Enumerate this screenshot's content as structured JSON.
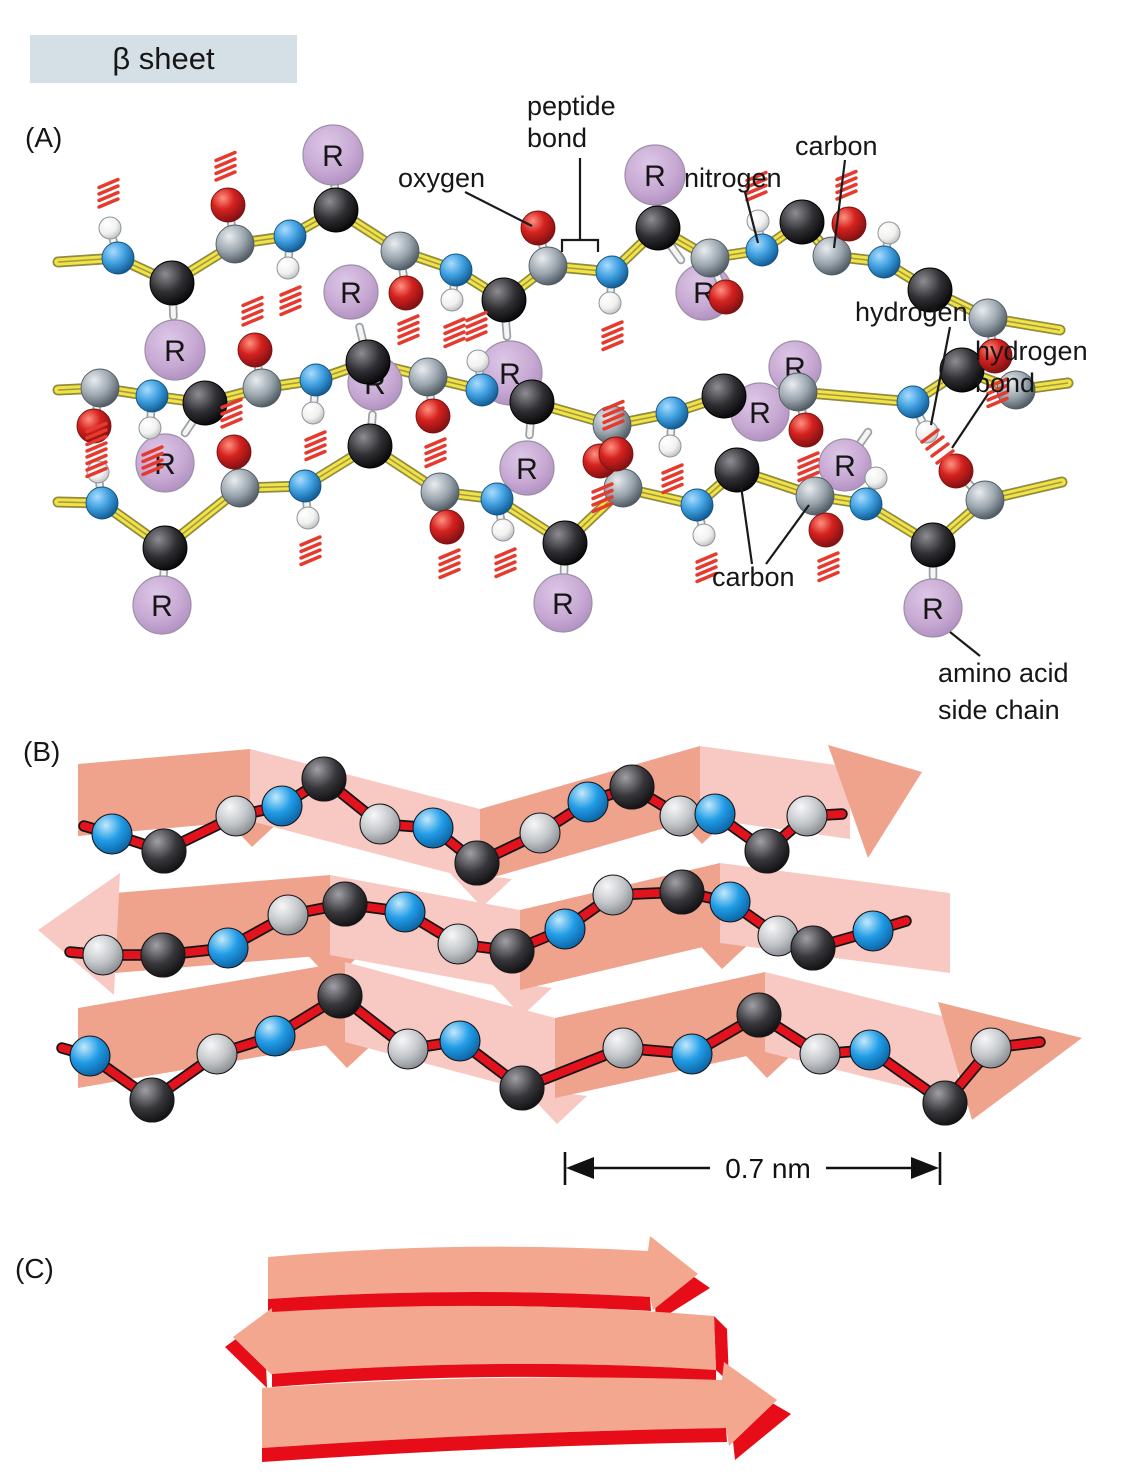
{
  "header": {
    "title": "β sheet"
  },
  "panel_labels": {
    "a": "(A)",
    "b": "(B)",
    "c": "(C)"
  },
  "panel_a": {
    "labels": {
      "oxygen": "oxygen",
      "peptide_bond_line1": "peptide",
      "peptide_bond_line2": "bond",
      "nitrogen": "nitrogen",
      "carbon_top": "carbon",
      "hydrogen": "hydrogen",
      "hydrogen_bond_line1": "hydrogen",
      "hydrogen_bond_line2": "bond",
      "carbon_bottom": "carbon",
      "side_chain_line1": "amino acid",
      "side_chain_line2": "side chain",
      "r": "R"
    },
    "atom_colors": {
      "alpha_carbon": "#2f2f33",
      "carbonyl_carbon": "#9aa5ae",
      "nitrogen": "#3f9fdf",
      "oxygen": "#d5221f",
      "hydrogen": "#f6f6f4",
      "side_chain": "#c7a9d3",
      "backbone_bond": "#f2e243",
      "hydrogen_bond": "#e63a2e"
    }
  },
  "panel_b": {
    "scale_label": "0.7 nm",
    "ribbon_color": "#efa28c",
    "ribbon_light": "#f8c9c3",
    "bond_color": "#e2131d"
  },
  "panel_c": {
    "arrow_color": "#f2a78e",
    "edge_color": "#e60d18"
  }
}
